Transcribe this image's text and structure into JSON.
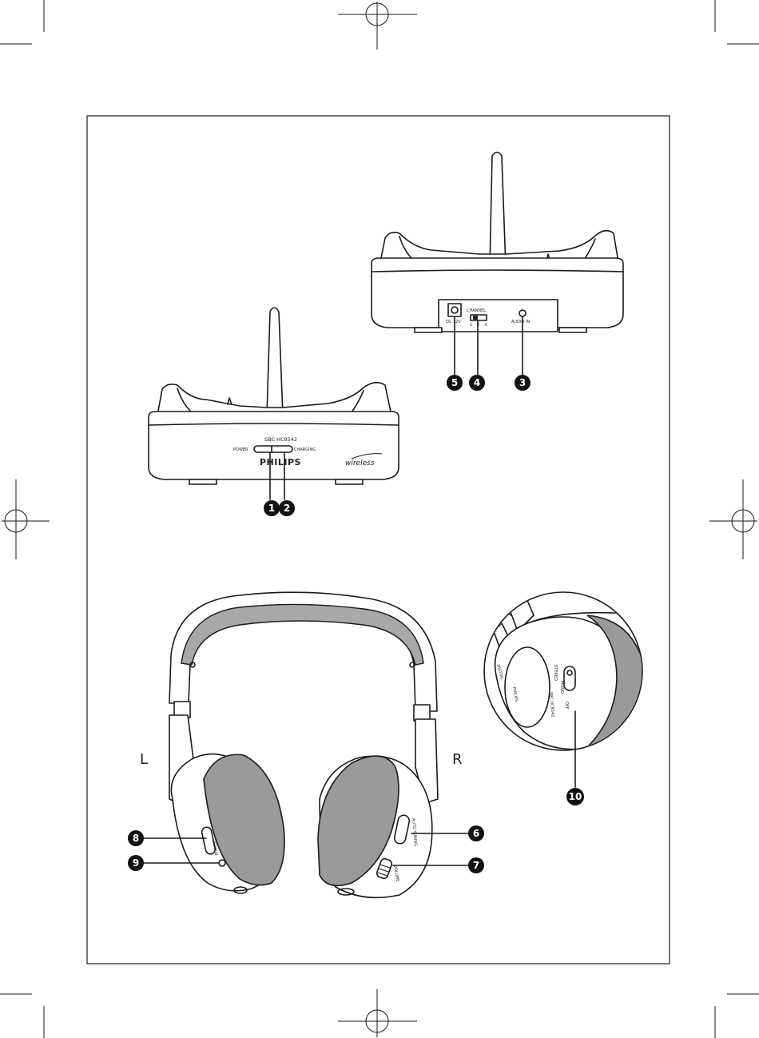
{
  "base_front": {
    "model": "SBC HC8542",
    "power_label": "POWER",
    "charging_label": "CHARGING",
    "brand": "PHILIPS",
    "logo": "wireless"
  },
  "base_back": {
    "dc_label": "DC 12V",
    "channel_label": "CHANNEL",
    "channel_numbers": [
      "1",
      "2",
      "3"
    ],
    "audio_label": "AUDIO IN"
  },
  "headphones": {
    "left_label": "L",
    "right_label": "R",
    "left_cup_power": "POWER",
    "right_cup_auto_tuning": "AUTO TUNING",
    "right_cup_volume": "VOLUME",
    "detail_stereo": "STEREO",
    "detail_mono": "MONO",
    "detail_off": "OFF",
    "detail_brand": "PHILIPS",
    "detail_model": "SBC HC8542",
    "detail_digital": "DIGITAL"
  },
  "callouts": [
    "1",
    "2",
    "3",
    "4",
    "5",
    "6",
    "7",
    "8",
    "9",
    "10"
  ]
}
